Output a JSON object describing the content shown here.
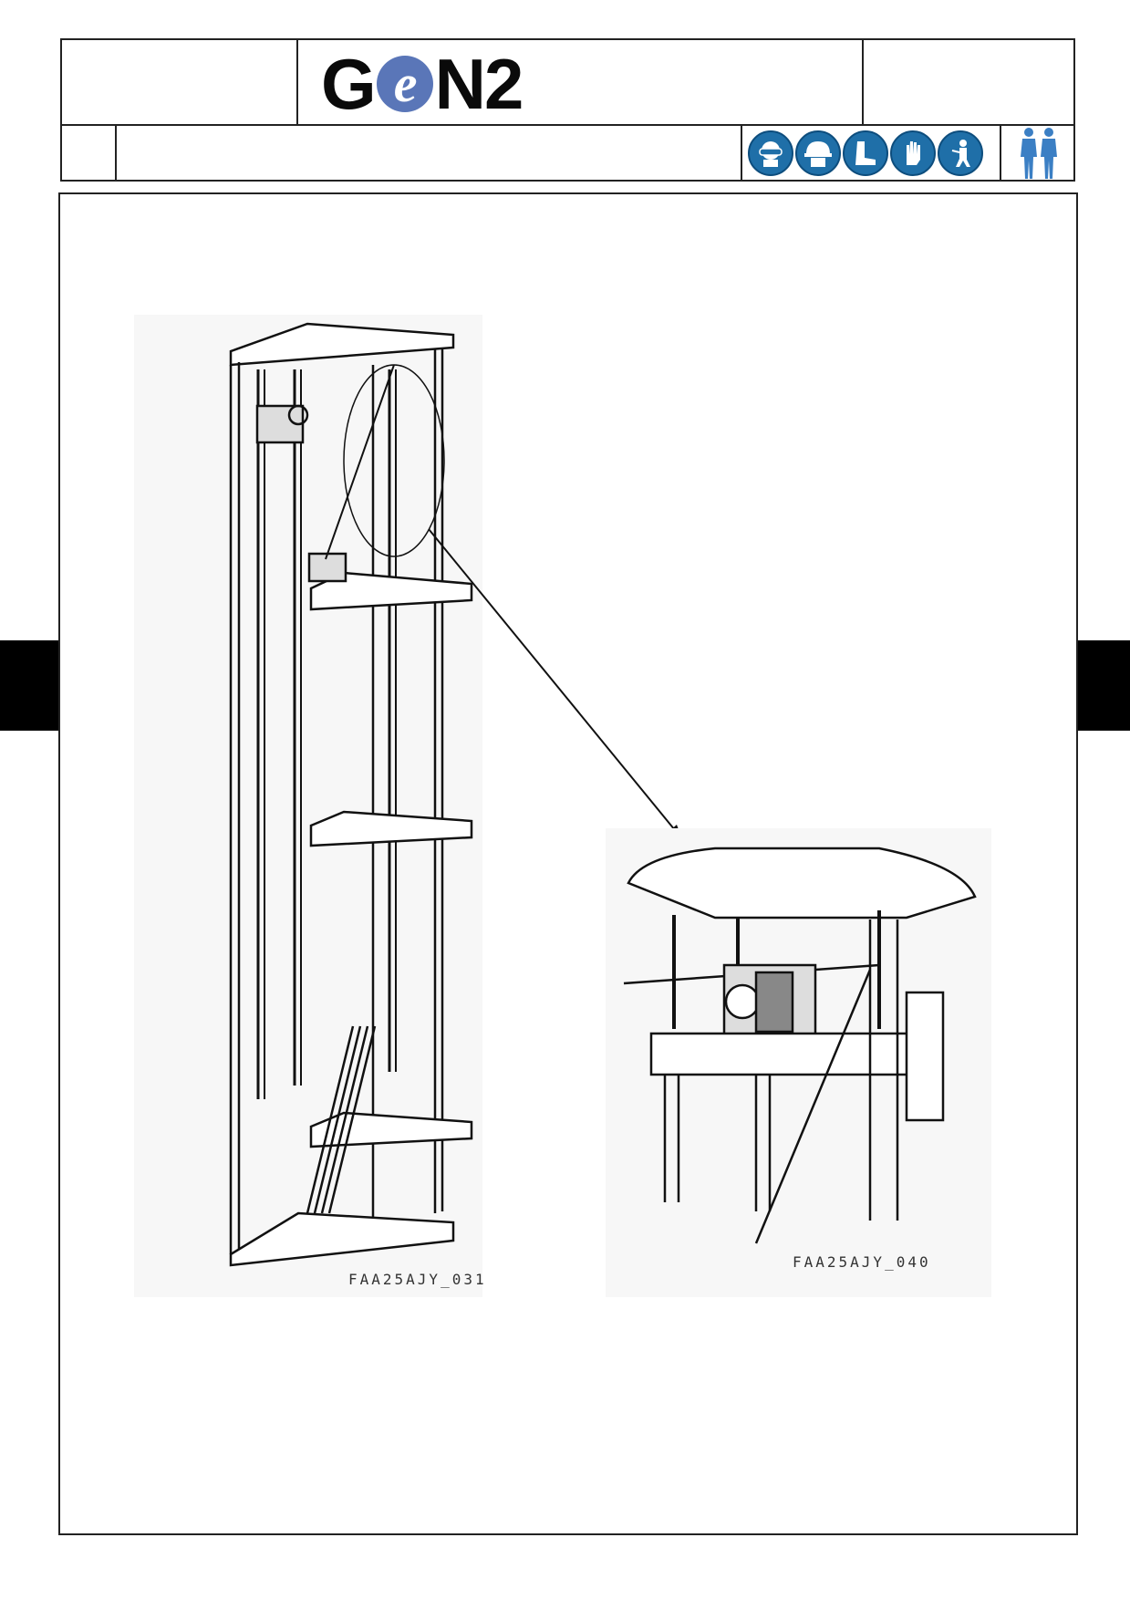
{
  "header": {
    "logo_text_prefix": "G",
    "logo_text_e": "e",
    "logo_text_suffix": "N2",
    "ppe_icons": [
      "safety-glasses-icon",
      "hard-hat-icon",
      "safety-boots-icon",
      "gloves-icon",
      "harness-icon"
    ],
    "personnel_icon": "two-persons-icon"
  },
  "figures": {
    "left_code": "FAA25AJY_031",
    "right_code": "FAA25AJY_040"
  }
}
